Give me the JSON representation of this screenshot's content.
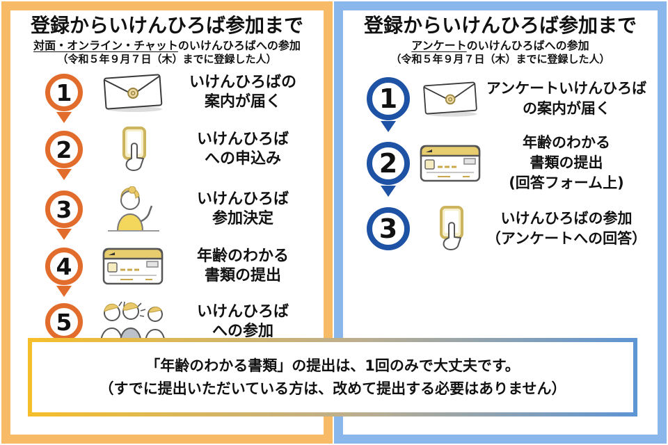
{
  "left_panel": {
    "title": "登録からいけんひろば参加まで",
    "subtitle_underlined": "対面・オンライン・チャット",
    "subtitle_rest": "のいけんひろばへの参加",
    "subtitle_note": "（令和５年９月７日（木）までに登録した人）",
    "accent_color": "#E26C2B",
    "frame_color": "#F7BB68",
    "steps": [
      {
        "num": "1",
        "icon": "envelope-icon",
        "lines": [
          "いけんひろばの",
          "案内が届く"
        ]
      },
      {
        "num": "2",
        "icon": "phone-tap-icon",
        "lines": [
          "いけんひろば",
          "への申込み"
        ]
      },
      {
        "num": "3",
        "icon": "person-decided-icon",
        "lines": [
          "いけんひろば",
          "参加決定"
        ]
      },
      {
        "num": "4",
        "icon": "id-card-icon",
        "lines": [
          "年齢のわかる",
          "書類の提出"
        ]
      },
      {
        "num": "5",
        "icon": "people-talking-icon",
        "lines": [
          "いけんひろば",
          "への参加"
        ]
      }
    ]
  },
  "right_panel": {
    "title": "登録からいけんひろば参加まで",
    "subtitle_underlined": "アンケート",
    "subtitle_rest": "のいけんひろばへの参加",
    "subtitle_note": "（令和５年９月７日（木）までに登録した人）",
    "accent_color": "#1D52A5",
    "frame_color": "#89B7EC",
    "steps": [
      {
        "num": "1",
        "icon": "envelope-icon",
        "lines": [
          "アンケートいけんひろば",
          "の案内が届く"
        ]
      },
      {
        "num": "2",
        "icon": "id-card-icon",
        "lines": [
          "年齢のわかる",
          "書類の提出",
          "(回答フォーム上)"
        ]
      },
      {
        "num": "3",
        "icon": "phone-tap-icon",
        "lines": [
          "いけんひろばの参加",
          "（アンケートへの回答）"
        ]
      }
    ]
  },
  "note": {
    "line1": "「年齢のわかる書類」の提出は、1回のみで大丈夫です。",
    "line2": "（すでに提出いただいている方は、改めて提出する必要はありません）",
    "border_gradient_from": "#F5BE2B",
    "border_gradient_to": "#5E95D3"
  }
}
